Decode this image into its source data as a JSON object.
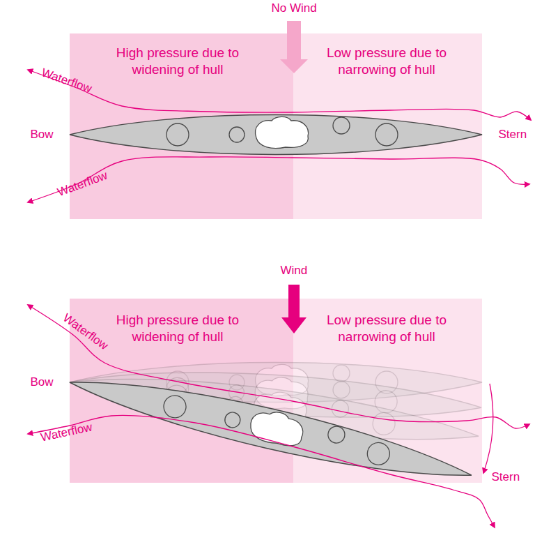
{
  "diagram": {
    "nodes": [
      {
        "text": [
          "High pressure due to widening of hull"
        ]
      },
      {
        "text": [
          "Low pressure due to narrowing of hull"
        ]
      },
      {
        "text": [
          "High pressure due to widening of hull"
        ]
      },
      {
        "text": [
          "Low pressure due to narrowing of hull"
        ]
      }
    ],
    "labels": [
      "No Wind",
      "Waterflow",
      "Bow",
      "Waterflow",
      "Stern",
      "Wind",
      "Waterflow",
      "Bow",
      "Waterflow",
      "Stern"
    ]
  }
}
